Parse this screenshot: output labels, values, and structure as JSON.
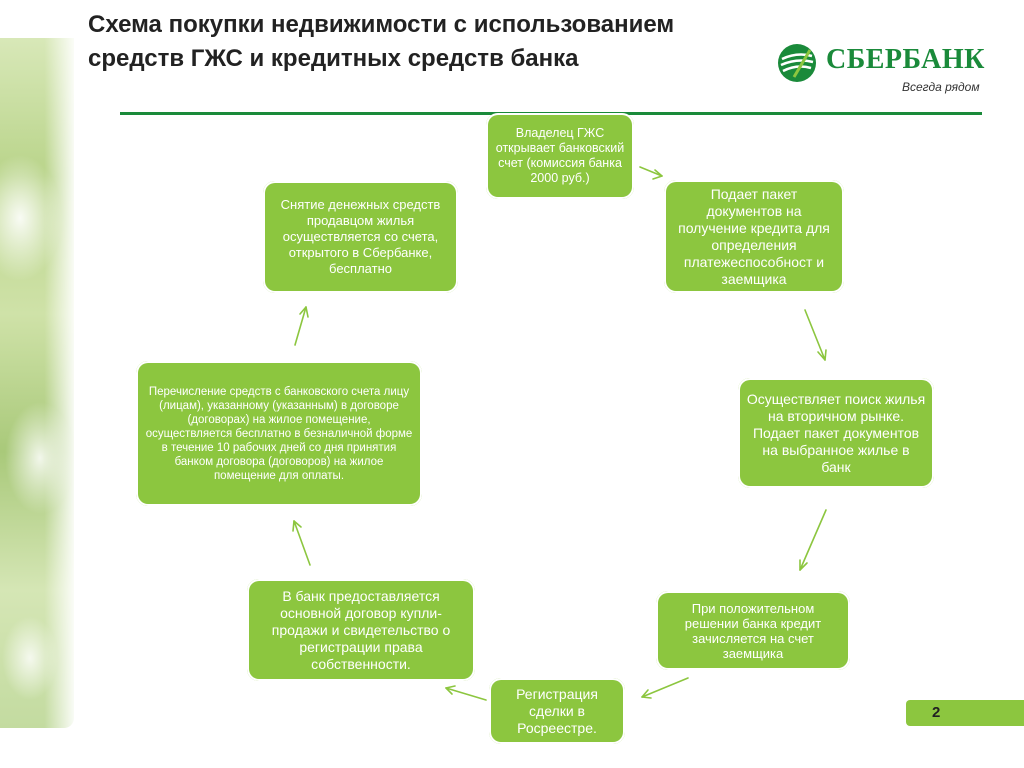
{
  "slide": {
    "title": "Схема покупки недвижимости с использованием средств ГЖС и кредитных средств банка",
    "page_number": "2"
  },
  "logo": {
    "name": "СБЕРБАНК",
    "slogan": "Всегда рядом"
  },
  "colors": {
    "box_fill": "#8cc63f",
    "brand_green": "#1a8a3a",
    "arrow": "#8cc63f"
  },
  "steps": [
    "Владелец ГЖС открывает банковский счет (комиссия банка 2000 руб.)",
    "Подает пакет документов на получение кредита для определения платежеспособност и заемщика",
    "Осуществляет поиск жилья на вторичном рынке. Подает пакет документов на выбранное жилье в банк",
    "При положительном решении банка кредит зачисляется на счет заемщика",
    "Регистрация сделки в Росреестре.",
    "В банк предоставляется основной договор купли-продажи и свидетельство о регистрации права собственности.",
    "Перечисление средств с банковского счета лицу (лицам), указанному (указанным) в договоре (договорах) на жилое помещение, осуществляется бесплатно в безналичной форме в течение 10 рабочих дней со дня принятия банком договора (договоров) на жилое помещение для оплаты.",
    "Снятие денежных средств продавцом жилья осуществляется со счета, открытого в Сбербанке, бесплатно"
  ]
}
